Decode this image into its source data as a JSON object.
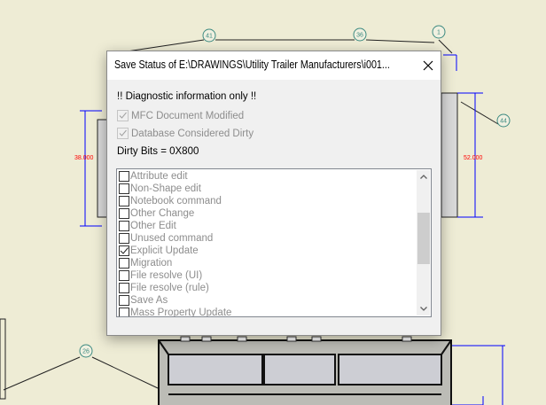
{
  "drawing": {
    "balloons": [
      "41",
      "36",
      "1",
      "44",
      "26"
    ],
    "dimensions": [
      "38.000",
      "52.000"
    ],
    "dimension_color": "#ff0000",
    "dimension_line_color": "#0000ff"
  },
  "dialog": {
    "title": "Save Status of E:\\DRAWINGS\\Utility Trailer Manufacturers\\i001...",
    "close_icon": "close-icon",
    "diagnostic_text": "!! Diagnostic information only !!",
    "mfc_modified": {
      "label": "MFC Document Modified",
      "checked": true,
      "disabled": true
    },
    "db_dirty": {
      "label": "Database Considered Dirty",
      "checked": true,
      "disabled": true
    },
    "dirty_bits": "Dirty Bits = 0X800",
    "list_items": [
      {
        "label": "Attribute edit",
        "checked": false
      },
      {
        "label": "Non-Shape edit",
        "checked": false
      },
      {
        "label": "Notebook command",
        "checked": false
      },
      {
        "label": "Other Change",
        "checked": false
      },
      {
        "label": "Other Edit",
        "checked": false
      },
      {
        "label": "Unused command",
        "checked": false
      },
      {
        "label": "Explicit Update",
        "checked": true
      },
      {
        "label": "Migration",
        "checked": false
      },
      {
        "label": "File resolve (UI)",
        "checked": false
      },
      {
        "label": "File resolve (rule)",
        "checked": false
      },
      {
        "label": "Save As",
        "checked": false
      },
      {
        "label": "Mass Property Update",
        "checked": false
      }
    ],
    "scroll_position_percent": 30
  }
}
